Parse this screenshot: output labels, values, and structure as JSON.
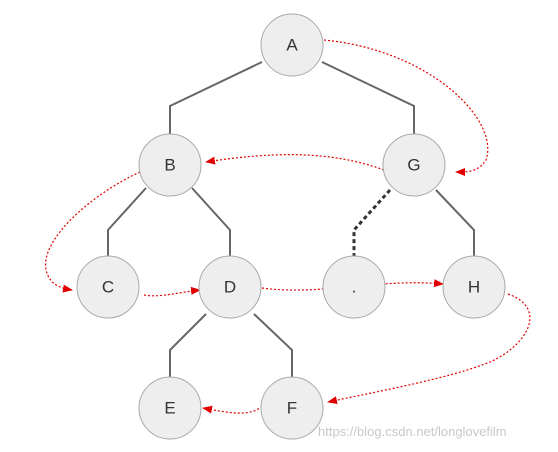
{
  "diagram": {
    "nodes": [
      {
        "id": "A",
        "label": "A"
      },
      {
        "id": "B",
        "label": "B"
      },
      {
        "id": "G",
        "label": "G"
      },
      {
        "id": "C",
        "label": "C"
      },
      {
        "id": "D",
        "label": "D"
      },
      {
        "id": "dot",
        "label": "."
      },
      {
        "id": "H",
        "label": "H"
      },
      {
        "id": "E",
        "label": "E"
      },
      {
        "id": "F",
        "label": "F"
      }
    ],
    "edges": [
      {
        "from": "A",
        "to": "B",
        "style": "solid"
      },
      {
        "from": "A",
        "to": "G",
        "style": "solid"
      },
      {
        "from": "B",
        "to": "C",
        "style": "solid"
      },
      {
        "from": "B",
        "to": "D",
        "style": "solid"
      },
      {
        "from": "G",
        "to": "dot",
        "style": "dashed"
      },
      {
        "from": "G",
        "to": "H",
        "style": "solid"
      },
      {
        "from": "D",
        "to": "E",
        "style": "solid"
      },
      {
        "from": "D",
        "to": "F",
        "style": "solid"
      }
    ],
    "traversal_arrows": [
      {
        "from": "A",
        "to": "G"
      },
      {
        "from": "G",
        "to": "B"
      },
      {
        "from": "B",
        "to": "C"
      },
      {
        "from": "C",
        "to": "D"
      },
      {
        "from": "D",
        "to": "H"
      },
      {
        "from": "H",
        "to": "F"
      },
      {
        "from": "F",
        "to": "E"
      }
    ],
    "colors": {
      "node_fill": "#eeeeee",
      "node_stroke": "#a8a8a8",
      "edge": "#666666",
      "dashed_edge": "#333333",
      "arrow": "#e00000"
    }
  },
  "watermark": "https://blog.csdn.net/longlovefilm"
}
